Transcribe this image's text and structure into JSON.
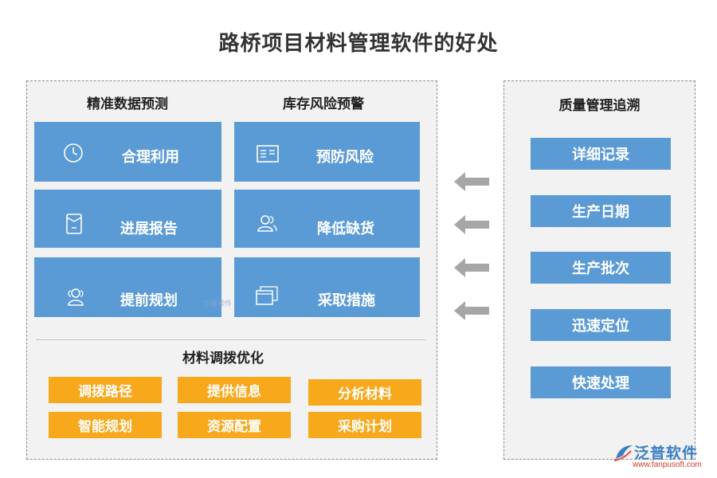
{
  "title": "路桥项目材料管理软件的好处",
  "left_panel": {
    "col1_heading": "精准数据预测",
    "col2_heading": "库存风险预警",
    "cards": [
      {
        "label": "合理利用",
        "icon": "clock-icon"
      },
      {
        "label": "预防风险",
        "icon": "ledger-icon"
      },
      {
        "label": "进展报告",
        "icon": "document-icon"
      },
      {
        "label": "降低缺货",
        "icon": "user-icon"
      },
      {
        "label": "提前规划",
        "icon": "users-icon"
      },
      {
        "label": "采取措施",
        "icon": "windows-icon"
      }
    ],
    "watermark": "泛普软件",
    "optimization": {
      "heading": "材料调拨优化",
      "items": [
        "调拨路径",
        "提供信息",
        "分析材料",
        "智能规划",
        "资源配置",
        "采购计划"
      ]
    }
  },
  "right_panel": {
    "heading": "质量管理追溯",
    "items": [
      "详细记录",
      "生产日期",
      "生产批次",
      "迅速定位",
      "快速处理"
    ]
  },
  "logo": {
    "brand": "泛普软件",
    "url": "www.fanpusoft.com"
  },
  "colors": {
    "card_blue": "#5b9bd5",
    "chip_orange": "#f7a81b",
    "panel_bg": "#f2f2f2",
    "arrow_gray": "#a6a6a6"
  }
}
